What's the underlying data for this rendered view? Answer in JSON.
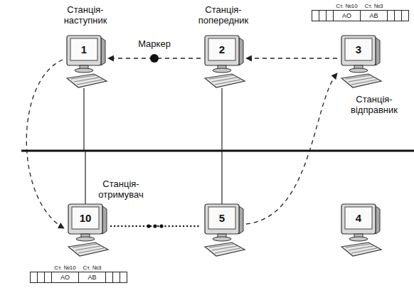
{
  "diagram": {
    "nodes": [
      {
        "text": [
          "Станція-наступник",
          "1"
        ]
      },
      {
        "text": [
          "Станція-попередник",
          "2"
        ]
      },
      {
        "text": [
          "3",
          "Станція-відправник"
        ]
      },
      {
        "text": [
          "Станція-отримувач",
          "10"
        ]
      },
      {
        "text": [
          "5"
        ]
      },
      {
        "text": [
          "4"
        ]
      },
      {
        "text": [
          "Ст. №10",
          "Ст. №3",
          "АО",
          "АВ"
        ]
      },
      {
        "text": [
          "Ст. №10",
          "Ст. №3",
          "АО",
          "АВ"
        ]
      }
    ],
    "edges": [
      {
        "from": 2,
        "to": 1,
        "arrow": "to"
      },
      {
        "from": 1,
        "to": 0,
        "arrow": "to",
        "label": "Маркер"
      },
      {
        "from": 0,
        "to": 3,
        "arrow": "to"
      },
      {
        "from": 3,
        "to": 4,
        "arrow": "none"
      },
      {
        "from": 4,
        "to": 2,
        "arrow": "to"
      }
    ]
  }
}
